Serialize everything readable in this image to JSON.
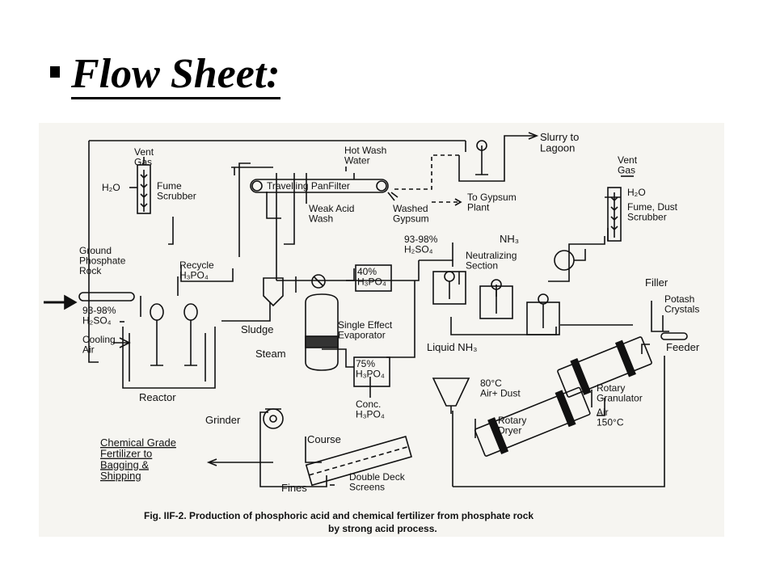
{
  "slide": {
    "title": "Flow Sheet:"
  },
  "diagram": {
    "caption_line1": "Fig. IIF-2. Production of phosphoric acid and chemical fertilizer from phosphate rock",
    "caption_line2": "by strong acid process.",
    "labels": {
      "vent_gas_left": "Vent\nGas",
      "h2o_left": "H₂O",
      "fume_scrubber": "Fume\nScrubber",
      "hot_wash_water": "Hot Wash\nWater",
      "travelling_pan_filter": "Travelling PanFilter",
      "weak_acid_wash": "Weak Acid\nWash",
      "washed_gypsum": "Washed\nGypsum",
      "slurry_to_lagoon": "Slurry to\nLagoon",
      "to_gypsum_plant": "To Gypsum\nPlant",
      "vent_gas_right": "Vent\nGas",
      "h2o_right": "H₂O",
      "fume_dust_scrubber": "Fume, Dust\nScrubber",
      "ground_phosphate_rock": "Ground\nPhosphate\nRock",
      "recycle_h3po4": "Recycle\nH₃PO₄",
      "h2so4_93_98_left": "93-98%\nH₂SO₄",
      "cooling_air": "Cooling\nAir",
      "reactor": "Reactor",
      "sludge": "Sludge",
      "steam": "Steam",
      "h3po4_40": "40%\nH₃PO₄",
      "single_effect_evaporator": "Single Effect\nEvaporator",
      "h3po4_75": "75%\nH₃PO₄",
      "conc_h3po4": "Conc.\nH₃PO₄",
      "h2so4_93_98_right": "93-98%\nH₂SO₄",
      "nh3": "NH₃",
      "neutralizing_section": "Neutralizing\nSection",
      "liquid_nh3": "Liquid NH₃",
      "filler": "Filler",
      "potash_crystals": "Potash\nCrystals",
      "feeder": "Feeder",
      "air_dust_80c": "80°C\nAir+ Dust",
      "rotary_granulator": "Rotary\nGranulator",
      "air_150c": "Air\n150°C",
      "rotary_dryer": "Rotary\nDryer",
      "grinder": "Grinder",
      "course": "Course",
      "fines": "Fines",
      "double_deck_screens": "Double Deck\nScreens",
      "chemical_grade_fertilizer": "Chemical Grade\nFertilizer to\nBagging &\nShipping"
    }
  }
}
